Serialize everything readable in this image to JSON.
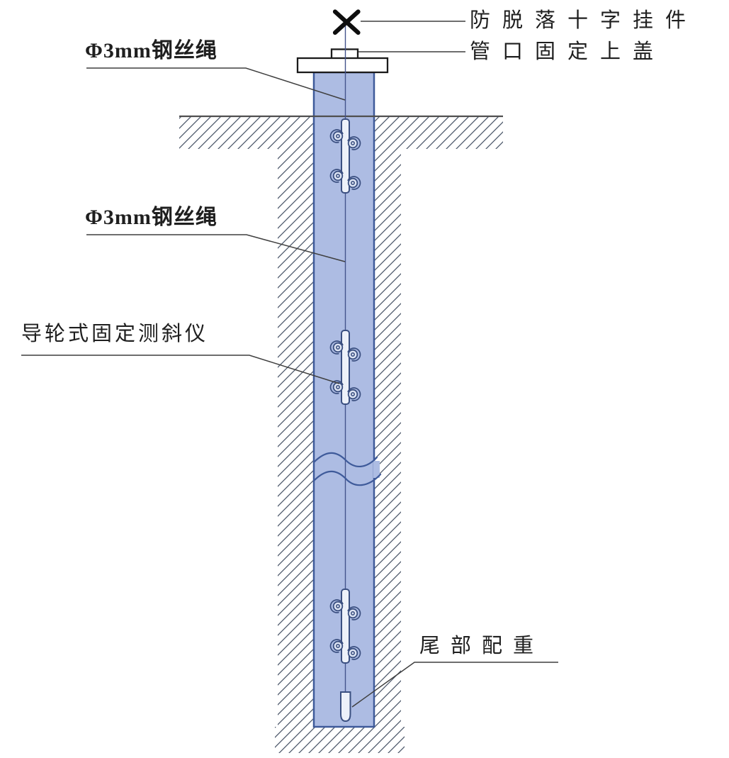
{
  "diagram": {
    "type": "inclinometer-borehole-installation",
    "labels": {
      "cross_hanger": "防脱落十字挂件",
      "top_cover": "管口固定上盖",
      "wire_rope_upper": "Φ3mm钢丝绳",
      "wire_rope_lower": "Φ3mm钢丝绳",
      "inclinometer": "导轮式固定测斜仪",
      "tail_weight": "尾部配重"
    },
    "colors": {
      "pipe_fill": "#adbce3",
      "pipe_stroke": "#3e5a9a",
      "device_fill": "#edf1f9",
      "device_stroke": "#3a4f80",
      "hatch_line": "#4a5568",
      "ground_line": "#4f4f4f",
      "leader_line": "#3f3f3f",
      "mark": "#0e0e0e",
      "text": "#1f1f1f",
      "background": "#ffffff"
    }
  }
}
